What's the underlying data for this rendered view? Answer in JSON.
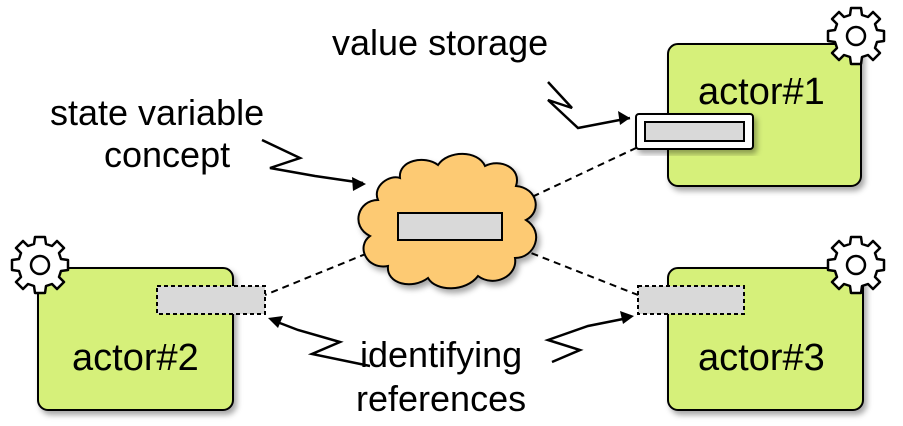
{
  "labels": {
    "value_storage": "value storage",
    "state_variable_line1": "state variable",
    "state_variable_line2": "concept",
    "identifying_line1": "identifying",
    "identifying_line2": "references"
  },
  "actors": [
    {
      "label": "actor#1",
      "icon": "gear-icon"
    },
    {
      "label": "actor#2",
      "icon": "gear-icon"
    },
    {
      "label": "actor#3",
      "icon": "gear-icon"
    }
  ],
  "colors": {
    "actor_fill": "#d6f07a",
    "cloud_fill": "#fdca73",
    "slot_fill": "#d9d9d9",
    "stroke": "#000000"
  }
}
